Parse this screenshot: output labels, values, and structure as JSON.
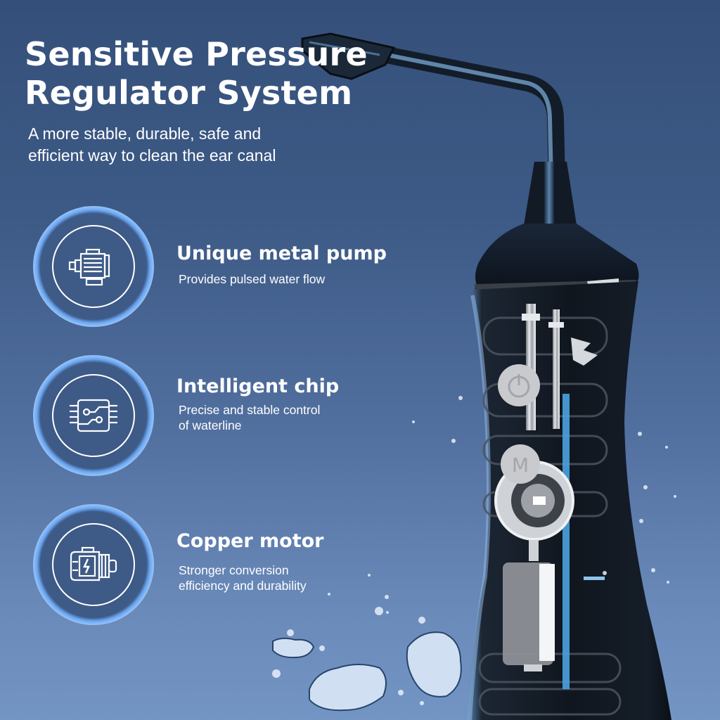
{
  "headline": {
    "line1": "Sensitive Pressure",
    "line2": "Regulator System"
  },
  "subheadline": {
    "line1": "A more stable, durable, safe and",
    "line2": "efficient way to clean the ear canal"
  },
  "features": [
    {
      "icon": "pump-icon",
      "title": "Unique metal pump",
      "description_lines": [
        "Provides pulsed water flow"
      ]
    },
    {
      "icon": "chip-icon",
      "title": "Intelligent chip",
      "description_lines": [
        "Precise and stable control",
        "of waterline"
      ]
    },
    {
      "icon": "motor-icon",
      "title": "Copper motor",
      "description_lines": [
        "Stronger conversion",
        "efficiency and durability"
      ]
    }
  ],
  "device": {
    "buttons": [
      {
        "name": "power-button",
        "icon": "power-icon"
      },
      {
        "name": "mode-button",
        "label": "M"
      }
    ]
  },
  "colors": {
    "background_top": "#34507a",
    "background_bottom": "#7395c4",
    "badge_glow": "#6aa6f2",
    "device_body": "#141c26",
    "water_channel": "#4aa3e0",
    "text": "#ffffff"
  }
}
